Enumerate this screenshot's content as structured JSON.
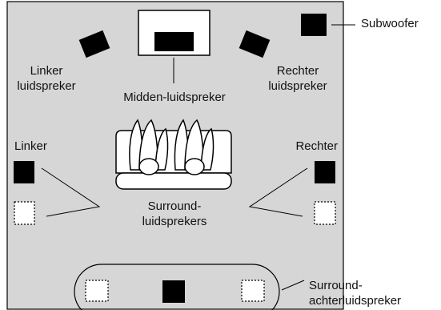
{
  "labels": {
    "subwoofer": "Subwoofer",
    "front_left_line1": "Linker",
    "front_left_line2": "luidspreker",
    "center": "Midden-luidspreker",
    "front_right_line1": "Rechter",
    "front_right_line2": "luidspreker",
    "surround_left": "Linker",
    "surround_right": "Rechter",
    "surround_line1": "Surround-",
    "surround_line2": "luidsprekers",
    "surround_back_line1": "Surround-",
    "surround_back_line2": "achterluidspreker"
  },
  "colors": {
    "room_fill": "#d6d6d6",
    "speaker_fill": "#000000",
    "outline": "#000000",
    "optional_speaker_fill": "#ffffff"
  },
  "icons": {
    "sofa": "sofa-with-two-listeners-icon",
    "speaker": "speaker-icon",
    "optional_speaker": "dotted-speaker-icon"
  }
}
